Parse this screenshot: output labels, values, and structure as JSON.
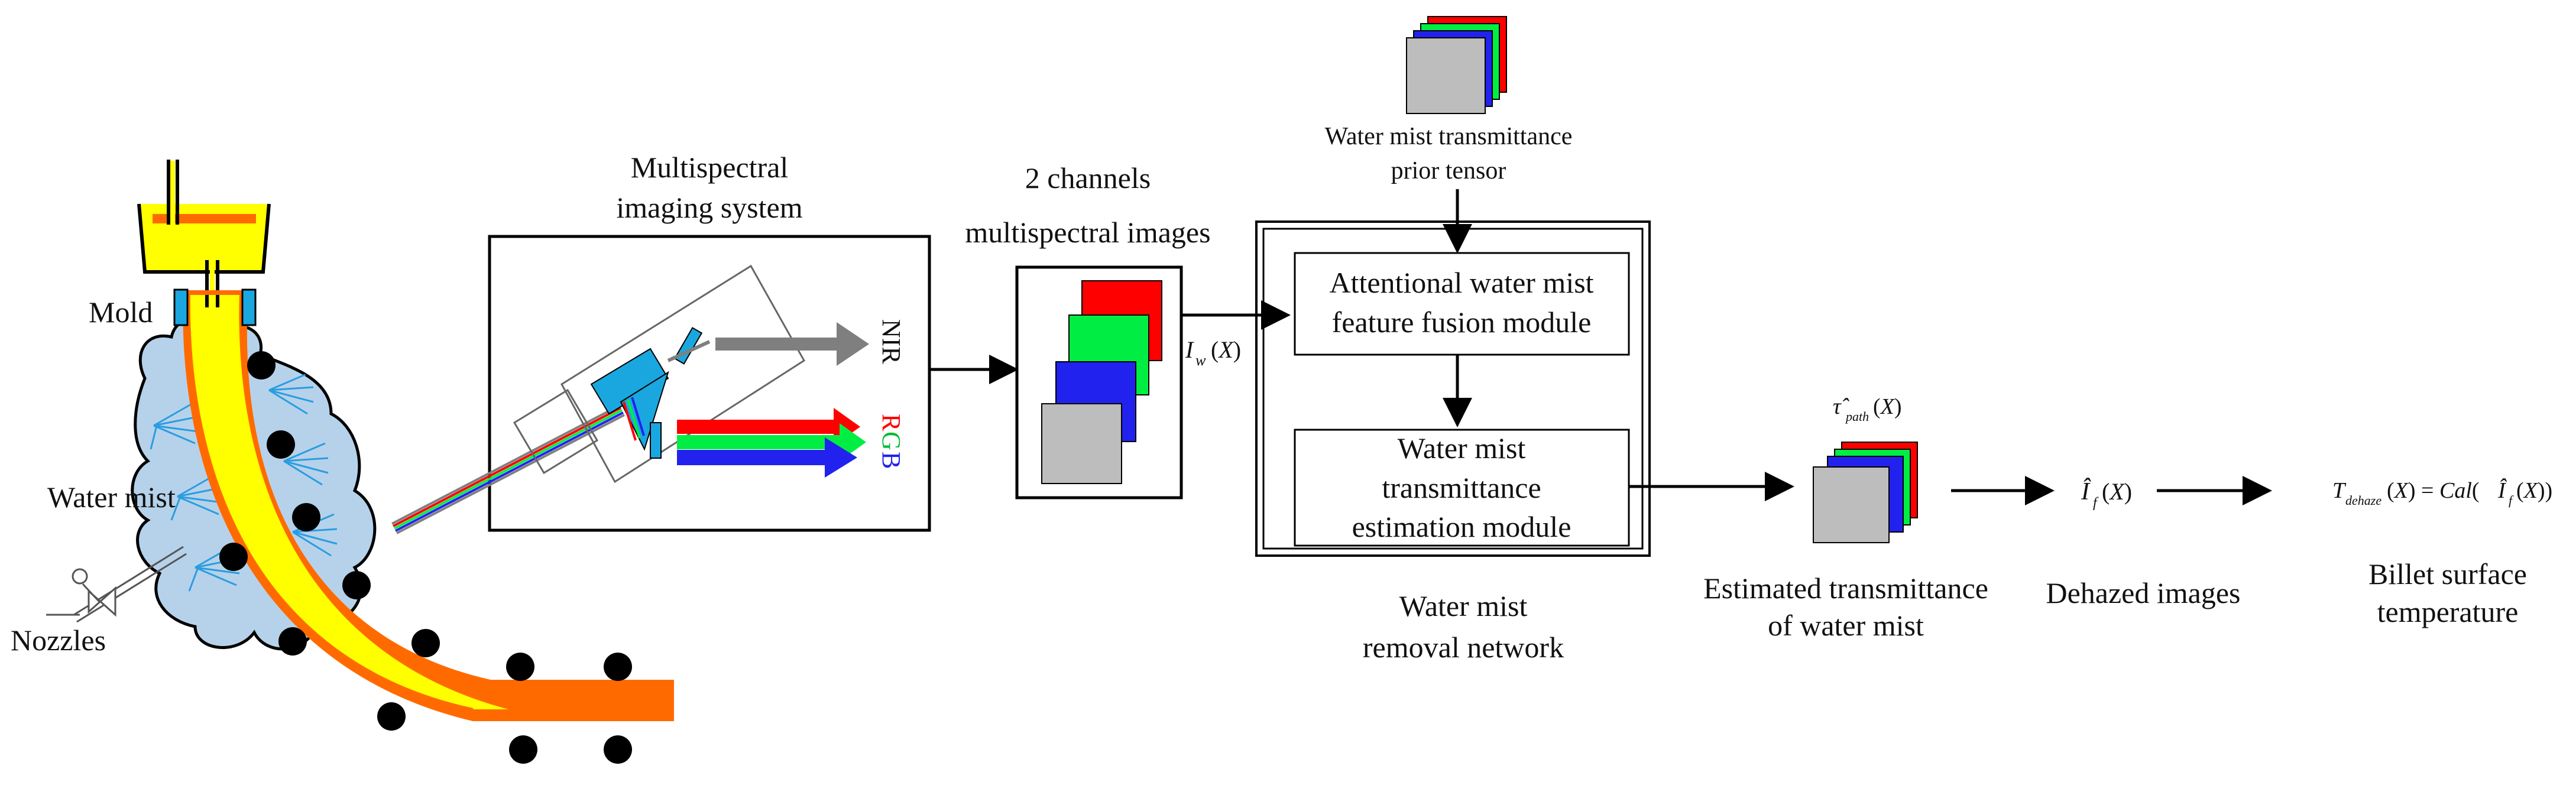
{
  "process": {
    "mold_label": "Mold",
    "water_mist_label": "Water mist",
    "nozzles_label": "Nozzles"
  },
  "imaging": {
    "title_line1": "Multispectral",
    "title_line2": "imaging system",
    "nir_label": "NIR",
    "rgb_letters": [
      "R",
      "G",
      "B"
    ]
  },
  "channels": {
    "title_line1": "2 channels",
    "title_line2": "multispectral images",
    "signal_label": "I_w(X)"
  },
  "prior": {
    "line1": "Water mist transmittance",
    "line2": "prior tensor"
  },
  "network": {
    "fusion_line1": "Attentional water mist",
    "fusion_line2": "feature fusion module",
    "estimation_line1": "Water mist",
    "estimation_line2": "transmittance",
    "estimation_line3": "estimation module",
    "caption_line1": "Water mist",
    "caption_line2": "removal network"
  },
  "transmittance": {
    "tau_label": "τ̂path(X)",
    "caption_line1": "Estimated transmittance",
    "caption_line2": "of water mist"
  },
  "dehazed": {
    "symbol": "Î_f(X)",
    "caption": "Dehazed  images"
  },
  "temperature": {
    "formula": "T_dehaze(X) = Cal(Î_f(X))",
    "caption_line1": "Billet surface",
    "caption_line2": "temperature"
  },
  "colors": {
    "red": "#ff0000",
    "green": "#00ee44",
    "blue": "#2222ee",
    "gray": "#bdbdbd",
    "orange": "#ff6a00",
    "yellow": "#ffff00",
    "mist": "#b6d2ea",
    "cyan": "#1aa7e0",
    "nir_gray": "#7f7f7f"
  }
}
